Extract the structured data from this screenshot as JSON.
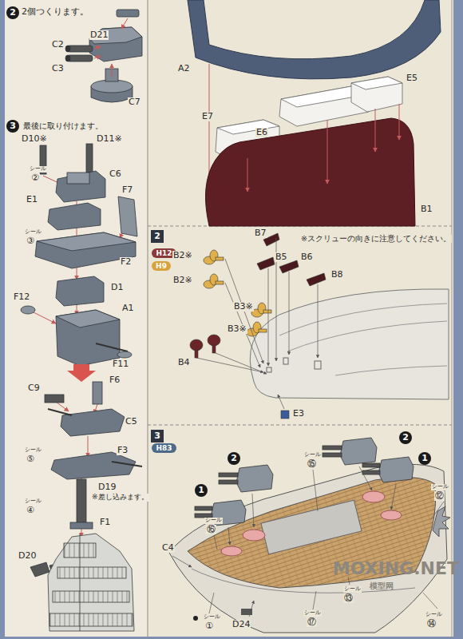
{
  "diagram": {
    "nodes": [
      {
        "text": [
          "2"
        ]
      },
      {
        "text": [
          "3"
        ]
      },
      {
        "text": [
          "2"
        ]
      },
      {
        "text": [
          "H12"
        ]
      },
      {
        "text": [
          "H9"
        ]
      },
      {
        "text": [
          "3"
        ]
      },
      {
        "text": [
          "H83"
        ]
      },
      {
        "text": [
          "2"
        ]
      },
      {
        "text": [
          "2"
        ]
      },
      {
        "text": [
          "1"
        ]
      },
      {
        "text": [
          "1"
        ]
      }
    ],
    "labels": [
      "2個つくります。",
      "D21",
      "C2",
      "C3",
      "C7",
      "最後に取り付けます。",
      "D10※",
      "D11※",
      "シール",
      "②",
      "C6",
      "F7",
      "E1",
      "シール",
      "③",
      "F2",
      "D1",
      "F12",
      "A1",
      "F11",
      "C9",
      "F6",
      "C5",
      "シール",
      "⑤",
      "F3",
      "D19",
      "※差し込みます。",
      "シール",
      "④",
      "F1",
      "D20",
      "A2",
      "E5",
      "E7",
      "E6",
      "B1",
      "※スクリューの向きに注意してください。",
      "B7",
      "B2※",
      "B5",
      "B2※",
      "B6",
      "B8",
      "B3※",
      "B3※",
      "B4",
      "E3",
      "シール",
      "⑮",
      "シール",
      "⑫",
      "シール",
      "⑯",
      "C4",
      "シール",
      "①",
      "シール",
      "⑬",
      "シール",
      "⑭",
      "シール",
      "⑰",
      "D24",
      "MOXING.NET",
      "模型网"
    ]
  }
}
